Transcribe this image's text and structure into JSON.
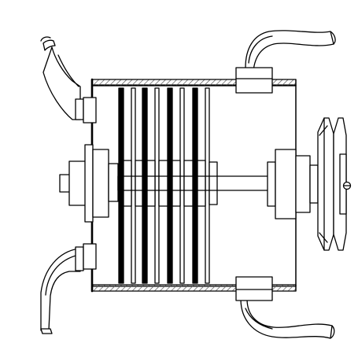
{
  "diagram": {
    "subject": "pump-cross-section",
    "colors": {
      "background": "#ffffff",
      "stroke": "#000000",
      "hatch": "#555555",
      "fill": "#ffffff"
    },
    "parts": {
      "discs": 8,
      "hoses": 4
    }
  }
}
